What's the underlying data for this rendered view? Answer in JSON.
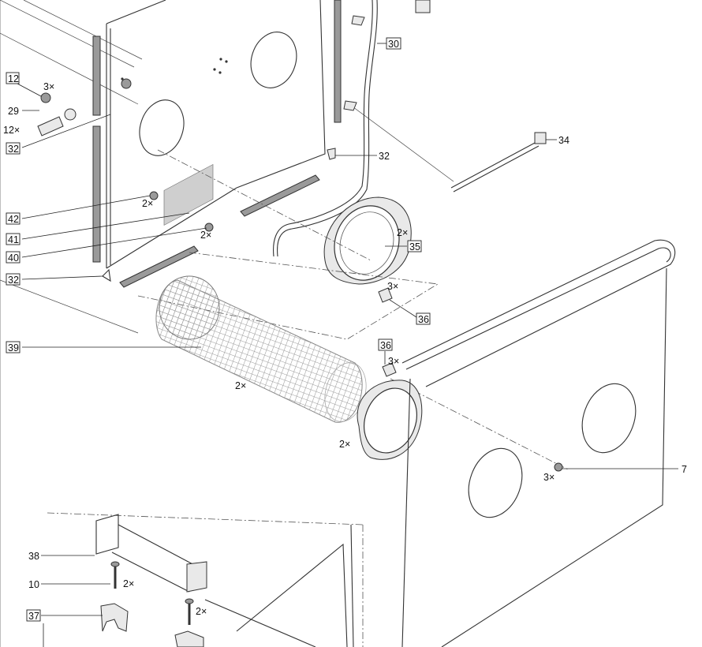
{
  "callouts": [
    {
      "id": "c12",
      "label": "12",
      "boxed": true
    },
    {
      "id": "c29",
      "label": "29",
      "boxed": false
    },
    {
      "id": "c12x",
      "label": "12×",
      "boxed": false
    },
    {
      "id": "c32a",
      "label": "32",
      "boxed": true
    },
    {
      "id": "c30",
      "label": "30",
      "boxed": true
    },
    {
      "id": "c34",
      "label": "34",
      "boxed": false
    },
    {
      "id": "c32b",
      "label": "32",
      "boxed": false
    },
    {
      "id": "c42",
      "label": "42",
      "boxed": true
    },
    {
      "id": "c41",
      "label": "41",
      "boxed": true
    },
    {
      "id": "c40",
      "label": "40",
      "boxed": true
    },
    {
      "id": "c32c",
      "label": "32",
      "boxed": true
    },
    {
      "id": "c35",
      "label": "35",
      "boxed": true
    },
    {
      "id": "c36a",
      "label": "36",
      "boxed": true
    },
    {
      "id": "c39",
      "label": "39",
      "boxed": true
    },
    {
      "id": "c36b",
      "label": "36",
      "boxed": true
    },
    {
      "id": "c7",
      "label": "7",
      "boxed": false
    },
    {
      "id": "c38",
      "label": "38",
      "boxed": false
    },
    {
      "id": "c10",
      "label": "10",
      "boxed": false
    },
    {
      "id": "c37",
      "label": "37",
      "boxed": true
    }
  ],
  "quantities": {
    "q3x_nut": "3×",
    "q2x_42": "2×",
    "q2x_40": "2×",
    "q2x_35": "2×",
    "q3x_36a": "3×",
    "q3x_36b": "3×",
    "q2x_mesh": "2×",
    "q2x_flange": "2×",
    "q3x_7": "3×",
    "q2x_10": "2×",
    "q2x_screw2": "2×"
  }
}
